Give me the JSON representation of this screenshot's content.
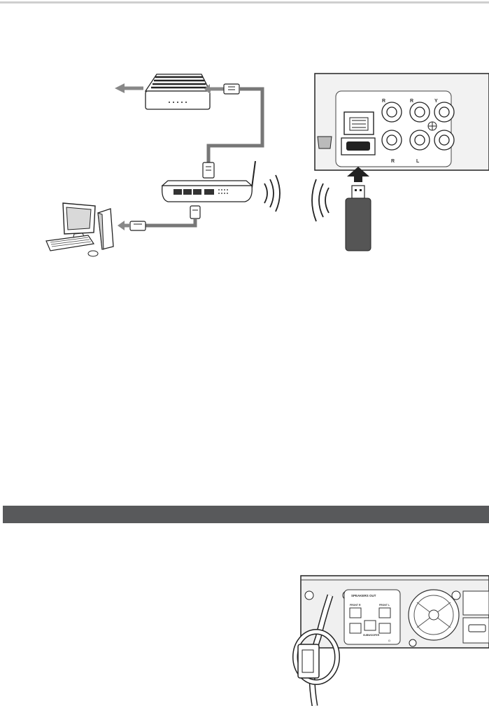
{
  "usb_panel": {
    "jack_top_left": "R",
    "jack_top_mid": "R",
    "jack_top_right": "Y",
    "jack_label_right": "R",
    "jack_label_left": "L"
  },
  "speaker_panel": {
    "header": "SPEAKERS OUT",
    "front_r": "FRONT R",
    "front_l": "FRONT L",
    "subwoofer": "SUBWOOFER",
    "ohm": "Ω"
  }
}
